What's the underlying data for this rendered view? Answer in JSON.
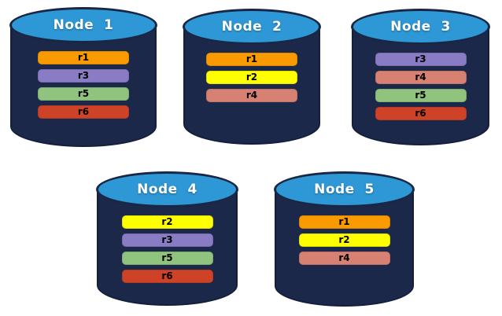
{
  "diagram": {
    "description": "Replica distribution across five database nodes"
  },
  "nodes": [
    {
      "label": "Node  1",
      "replicas": [
        "r1",
        "r3",
        "r5",
        "r6"
      ]
    },
    {
      "label": "Node  2",
      "replicas": [
        "r1",
        "r2",
        "r4"
      ]
    },
    {
      "label": "Node  3",
      "replicas": [
        "r3",
        "r4",
        "r5",
        "r6"
      ]
    },
    {
      "label": "Node  4",
      "replicas": [
        "r2",
        "r3",
        "r5",
        "r6"
      ]
    },
    {
      "label": "Node  5",
      "replicas": [
        "r1",
        "r2",
        "r4"
      ]
    }
  ],
  "colors": {
    "background": "#FFFFFF",
    "cylinder_body": "#1B2849",
    "cylinder_body_outline": "#141F3C",
    "cylinder_top": "#2E97D5",
    "cylinder_top_outline": "#1A2744",
    "node_label_text": "#FFFFFF",
    "replica_text": "#000000",
    "replicas": {
      "r1": "#F99B00",
      "r2": "#FFFF00",
      "r3": "#8A7CC4",
      "r4": "#D68172",
      "r5": "#90C47E",
      "r6": "#CE4227"
    }
  }
}
